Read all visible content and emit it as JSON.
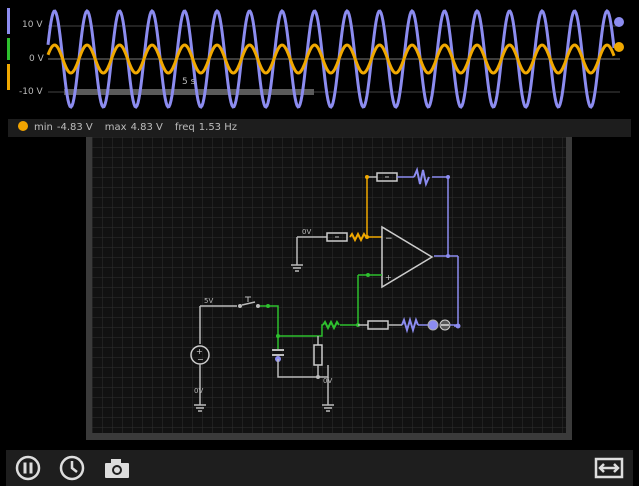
{
  "scope": {
    "y_labels": [
      "10 V",
      "0 V",
      "-10 V"
    ],
    "timebase_label": "5 s",
    "colors": {
      "input_trace": "#8c8cf0",
      "output_trace": "#f0a800",
      "bg": "#000000"
    }
  },
  "stats": {
    "min_label": "min",
    "min_value": "-4.83 V",
    "max_label": "max",
    "max_value": "4.83 V",
    "freq_label": "freq",
    "freq_value": "1.53 Hz"
  },
  "circuit": {
    "labels": {
      "opamp_ground_v": "0V",
      "source_top_v": "5V",
      "source_bottom_v": "0V",
      "bottom_ground_v": "0V",
      "opamp_minus": "−",
      "opamp_plus": "+"
    }
  },
  "toolbar": {
    "pause_icon": "pause-icon",
    "clock_icon": "clock-icon",
    "camera_icon": "camera-icon",
    "expand_icon": "expand-horizontal-icon"
  }
}
